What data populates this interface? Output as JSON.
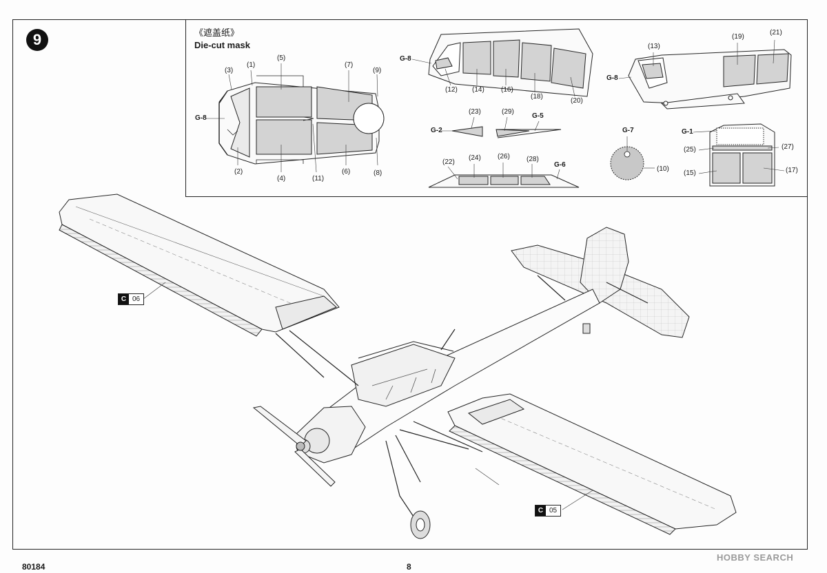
{
  "step": {
    "number": "9"
  },
  "mask_panel": {
    "title": "《遮盖纸》",
    "subtitle": "Die-cut mask",
    "callouts": {
      "top_view": [
        "(3)",
        "(1)",
        "(5)",
        "(7)",
        "(9)",
        "G-8",
        "(2)",
        "(4)",
        "(11)",
        "(6)",
        "(8)"
      ],
      "side_left": [
        "G-8",
        "(12)",
        "(14)",
        "(16)",
        "(18)",
        "(20)"
      ],
      "side_right": [
        "(13)",
        "(19)",
        "(21)",
        "G-8"
      ],
      "small_parts": [
        "(23)",
        "(29)",
        "G-5",
        "G-2"
      ],
      "bottom_strip": [
        "(22)",
        "(24)",
        "(26)",
        "(28)",
        "G-6"
      ],
      "round_part": [
        "G-7",
        "(10)"
      ],
      "rear_panel": [
        "G-1",
        "(25)",
        "(27)",
        "(15)",
        "(17)"
      ]
    }
  },
  "part_tags": [
    {
      "tree": "C",
      "number": "06"
    },
    {
      "tree": "C",
      "number": "05"
    }
  ],
  "footer": {
    "code": "80184",
    "page": "8"
  },
  "watermark": "HOBBY SEARCH"
}
